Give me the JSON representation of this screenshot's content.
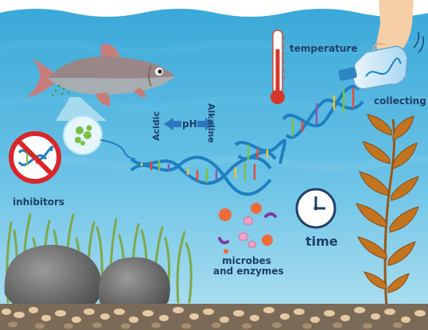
{
  "labels": {
    "temperature": "temperature",
    "collecting": "collecting",
    "acidic": "Acidic",
    "ph": "pH",
    "alkaline": "Alkaline",
    "inhibitors": "inhibitors",
    "time": "time",
    "microbes_line1": "microbes",
    "microbes_line2": "and enzymes"
  },
  "colors": {
    "water_top": "#36a6d6",
    "water_bottom": "#aedff0",
    "dna_outline": "#1e7fc4",
    "label_text": "#1f3f68",
    "thermometer_red": "#d7372b",
    "prohibit_red": "#d8262b",
    "microbe_orange": "#f06a3a",
    "microbe_purple": "#7a3fa0",
    "enzyme_pink": "#f2a3c8",
    "rock_gray": "#6b6b6b",
    "seaweed_brown": "#b66a1c",
    "grass_green": "#7fa84a"
  },
  "icons": [
    "fish-icon",
    "thermometer-icon",
    "collecting-bottle-icon",
    "ph-arrows-icon",
    "prohibited-sign-icon",
    "clock-icon",
    "microbes-icon",
    "rock-icon",
    "seaweed-icon",
    "grass-icon",
    "gravel-icon",
    "dna-strand-icon"
  ]
}
